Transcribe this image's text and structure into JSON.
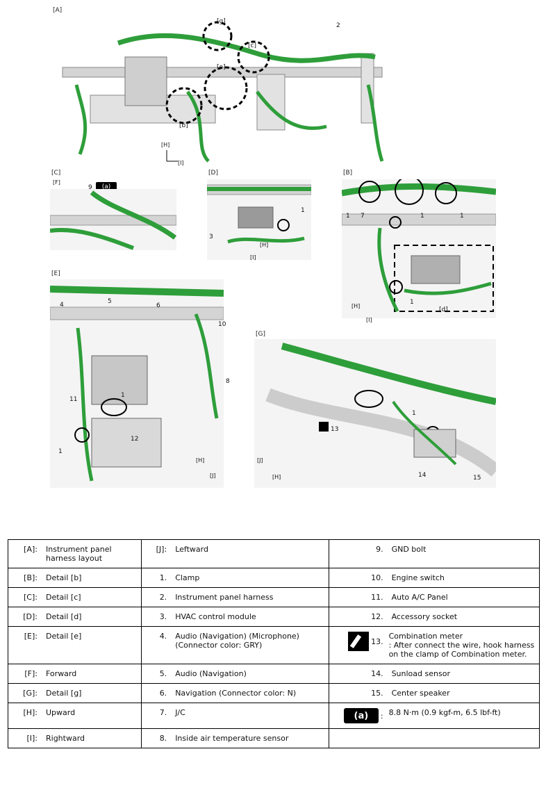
{
  "figure": {
    "panels": {
      "A": "[A]",
      "B": "[B]",
      "C": "[C]",
      "D": "[D]",
      "E": "[E]",
      "G": "[G]"
    },
    "detail_marks": {
      "b": "[b]",
      "c": "[c]",
      "d": "[d]",
      "e": "[e]",
      "g": "[g]"
    },
    "directions": {
      "H": "[H]",
      "I": "[I]",
      "J": "[J]",
      "F": "[F]"
    },
    "callouts": {
      "n1": "1",
      "n2": "2",
      "n3": "3",
      "n4": "4",
      "n5": "5",
      "n6": "6",
      "n7": "7",
      "n8": "8",
      "n9": "9",
      "n10": "10",
      "n11": "11",
      "n12": "12",
      "n13": "13",
      "n14": "14",
      "n15": "15"
    },
    "torque_mark": "(a)",
    "harness_color": "#2e9e3a",
    "frame_color": "#bdbdbd"
  },
  "legend": {
    "rows": [
      {
        "c1": {
          "code": "[A]:",
          "text": "Instrument panel harness layout"
        },
        "c2": {
          "code": "[J]:",
          "text": "Leftward"
        },
        "c3": {
          "code": "9.",
          "text": "GND bolt"
        }
      },
      {
        "c1": {
          "code": "[B]:",
          "text": "Detail [b]"
        },
        "c2": {
          "code": "1.",
          "text": "Clamp"
        },
        "c3": {
          "code": "10.",
          "text": "Engine switch"
        }
      },
      {
        "c1": {
          "code": "[C]:",
          "text": "Detail [c]"
        },
        "c2": {
          "code": "2.",
          "text": "Instrument panel harness"
        },
        "c3": {
          "code": "11.",
          "text": "Auto A/C Panel"
        }
      },
      {
        "c1": {
          "code": "[D]:",
          "text": "Detail [d]"
        },
        "c2": {
          "code": "3.",
          "text": "HVAC control module"
        },
        "c3": {
          "code": "12.",
          "text": "Accessory socket"
        }
      },
      {
        "c1": {
          "code": "[E]:",
          "text": "Detail [e]"
        },
        "c2": {
          "code": "4.",
          "text": "Audio (Navigation) (Microphone) (Connector color: GRY)"
        },
        "c3": {
          "code": "13.",
          "text": "Combination meter",
          "note": ": After connect the wire, hook harness on the clamp of Combination meter."
        }
      },
      {
        "c1": {
          "code": "[F]:",
          "text": "Forward"
        },
        "c2": {
          "code": "5.",
          "text": "Audio (Navigation)"
        },
        "c3": {
          "code": "14.",
          "text": "Sunload sensor"
        }
      },
      {
        "c1": {
          "code": "[G]:",
          "text": "Detail [g]"
        },
        "c2": {
          "code": "6.",
          "text": "Navigation (Connector color: N)"
        },
        "c3": {
          "code": "15.",
          "text": "Center speaker"
        }
      },
      {
        "c1": {
          "code": "[H]:",
          "text": "Upward"
        },
        "c2": {
          "code": "7.",
          "text": "J/C"
        },
        "c3": {
          "code": "(a)",
          "text": "8.8 N·m (0.9 kgf-m, 6.5 lbf-ft)"
        }
      },
      {
        "c1": {
          "code": "[I]:",
          "text": "Rightward"
        },
        "c2": {
          "code": "8.",
          "text": "Inside air temperature sensor"
        },
        "c3": {
          "code": "",
          "text": ""
        }
      }
    ]
  }
}
